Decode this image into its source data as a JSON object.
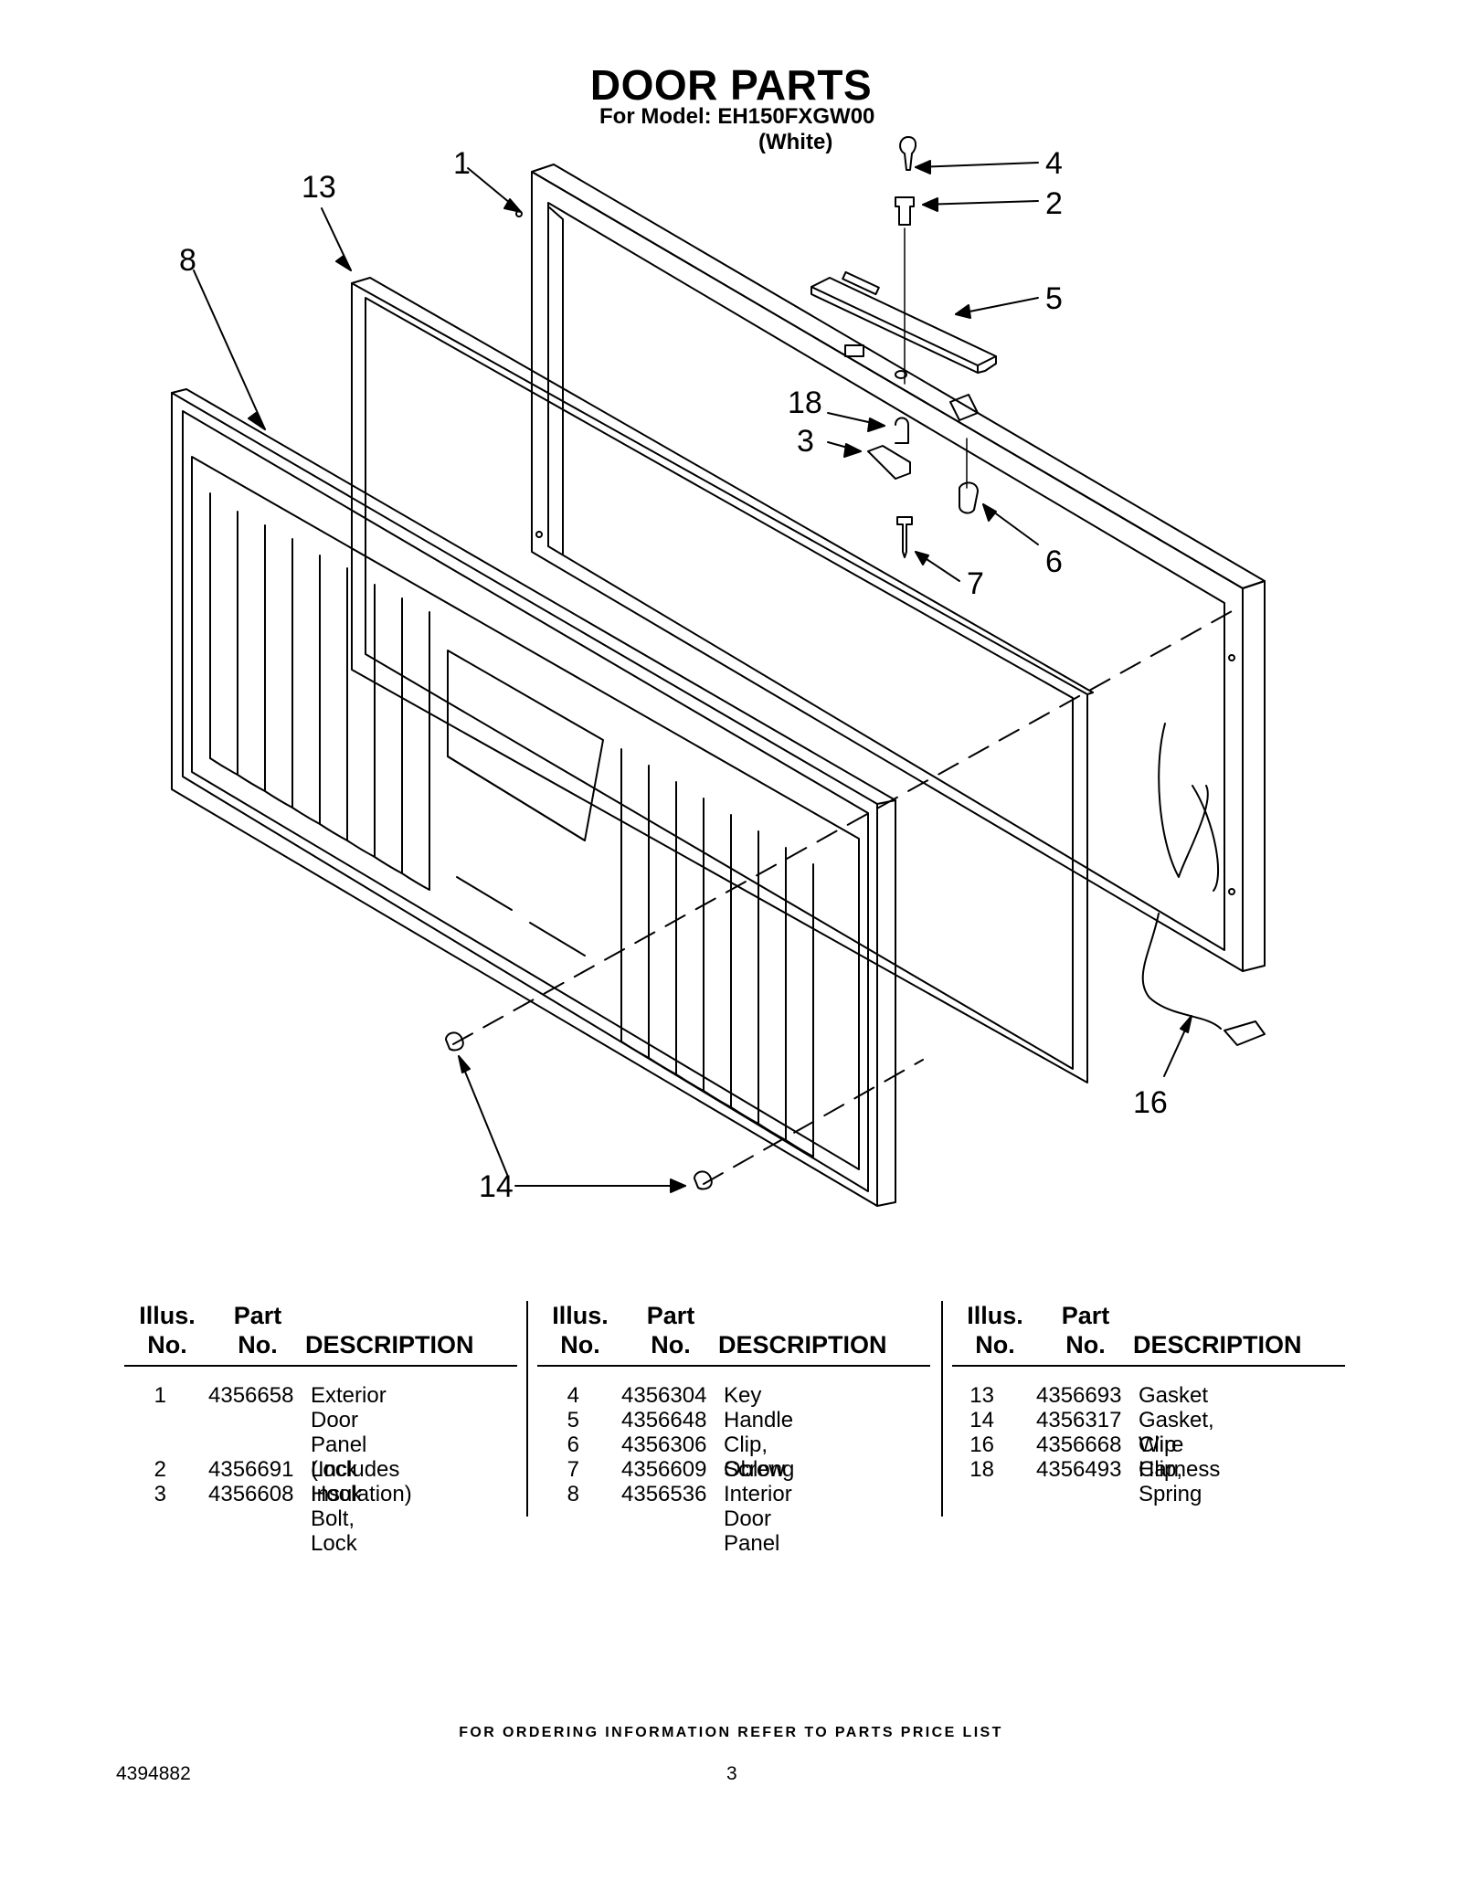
{
  "header": {
    "title": "DOOR PARTS",
    "subtitle": "For Model: EH150FXGW00",
    "variant": "(White)"
  },
  "callouts": [
    "1",
    "13",
    "8",
    "4",
    "2",
    "5",
    "18",
    "3",
    "6",
    "7",
    "16",
    "14"
  ],
  "table": {
    "headers": {
      "illus": [
        "Illus.",
        "No."
      ],
      "part": [
        "Part",
        "No."
      ],
      "desc": "DESCRIPTION"
    },
    "columns": [
      [
        {
          "illus": "1",
          "part": "4356658",
          "desc": "Exterior Door\nPanel (Includes\nInsulation)"
        },
        {
          "illus": "2",
          "part": "4356691",
          "desc": "Lock"
        },
        {
          "illus": "3",
          "part": "4356608",
          "desc": "Hook Bolt,\nLock"
        }
      ],
      [
        {
          "illus": "4",
          "part": "4356304",
          "desc": "Key"
        },
        {
          "illus": "5",
          "part": "4356648",
          "desc": "Handle"
        },
        {
          "illus": "6",
          "part": "4356306",
          "desc": "Clip, Oblong"
        },
        {
          "illus": "7",
          "part": "4356609",
          "desc": "Screw"
        },
        {
          "illus": "8",
          "part": "4356536",
          "desc": "Interior Door\nPanel"
        }
      ],
      [
        {
          "illus": "13",
          "part": "4356693",
          "desc": "Gasket"
        },
        {
          "illus": "14",
          "part": "4356317",
          "desc": "Gasket, Clip"
        },
        {
          "illus": "16",
          "part": "4356668",
          "desc": "Wire Harness"
        },
        {
          "illus": "18",
          "part": "4356493",
          "desc": "Clip, Spring"
        }
      ]
    ]
  },
  "footer": {
    "ordering_note": "FOR ORDERING INFORMATION REFER TO PARTS PRICE LIST",
    "doc_number": "4394882",
    "page_number": "3"
  }
}
